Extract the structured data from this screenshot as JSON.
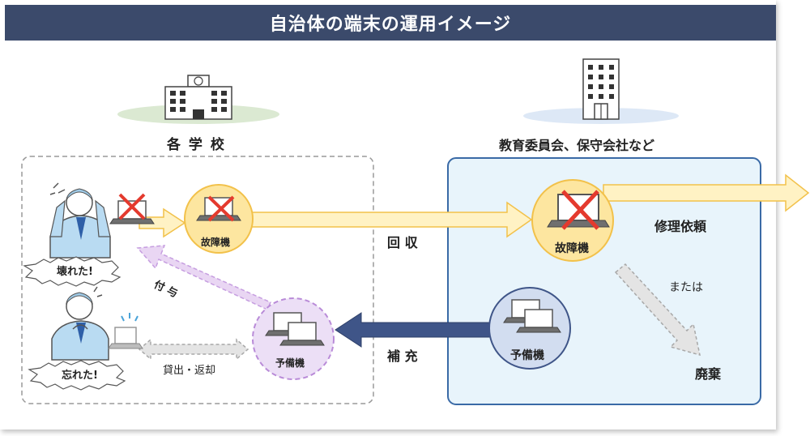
{
  "title": "自治体の端末の運用イメージ",
  "school": {
    "label": "各 学 校"
  },
  "office": {
    "label": "教育委員会、保守会社など"
  },
  "bubbles": {
    "broken": "壊れた!",
    "forgot": "忘れた!"
  },
  "circles": {
    "school_broken": "故障機",
    "school_spare": "予備機",
    "office_broken": "故障機",
    "office_spare": "予備機"
  },
  "arrows": {
    "collect": "回 収",
    "supply": "補 充",
    "grant": "付 与",
    "lend": "貸出・返却",
    "repair": "修理依頼",
    "or": "または",
    "dispose": "廃棄"
  },
  "colors": {
    "title_bg": "#3b4a6b",
    "yellow_circle": "#fde6a0",
    "yellow_arrow": "#fff2c4",
    "purple_circle": "#ecdff6",
    "purple_arrow": "#e9d6f3",
    "blue_circle": "#d2ddf0",
    "blue_arrow": "#3f5588",
    "office_box": "#e8f4fb",
    "office_border": "#3a6aa6"
  }
}
